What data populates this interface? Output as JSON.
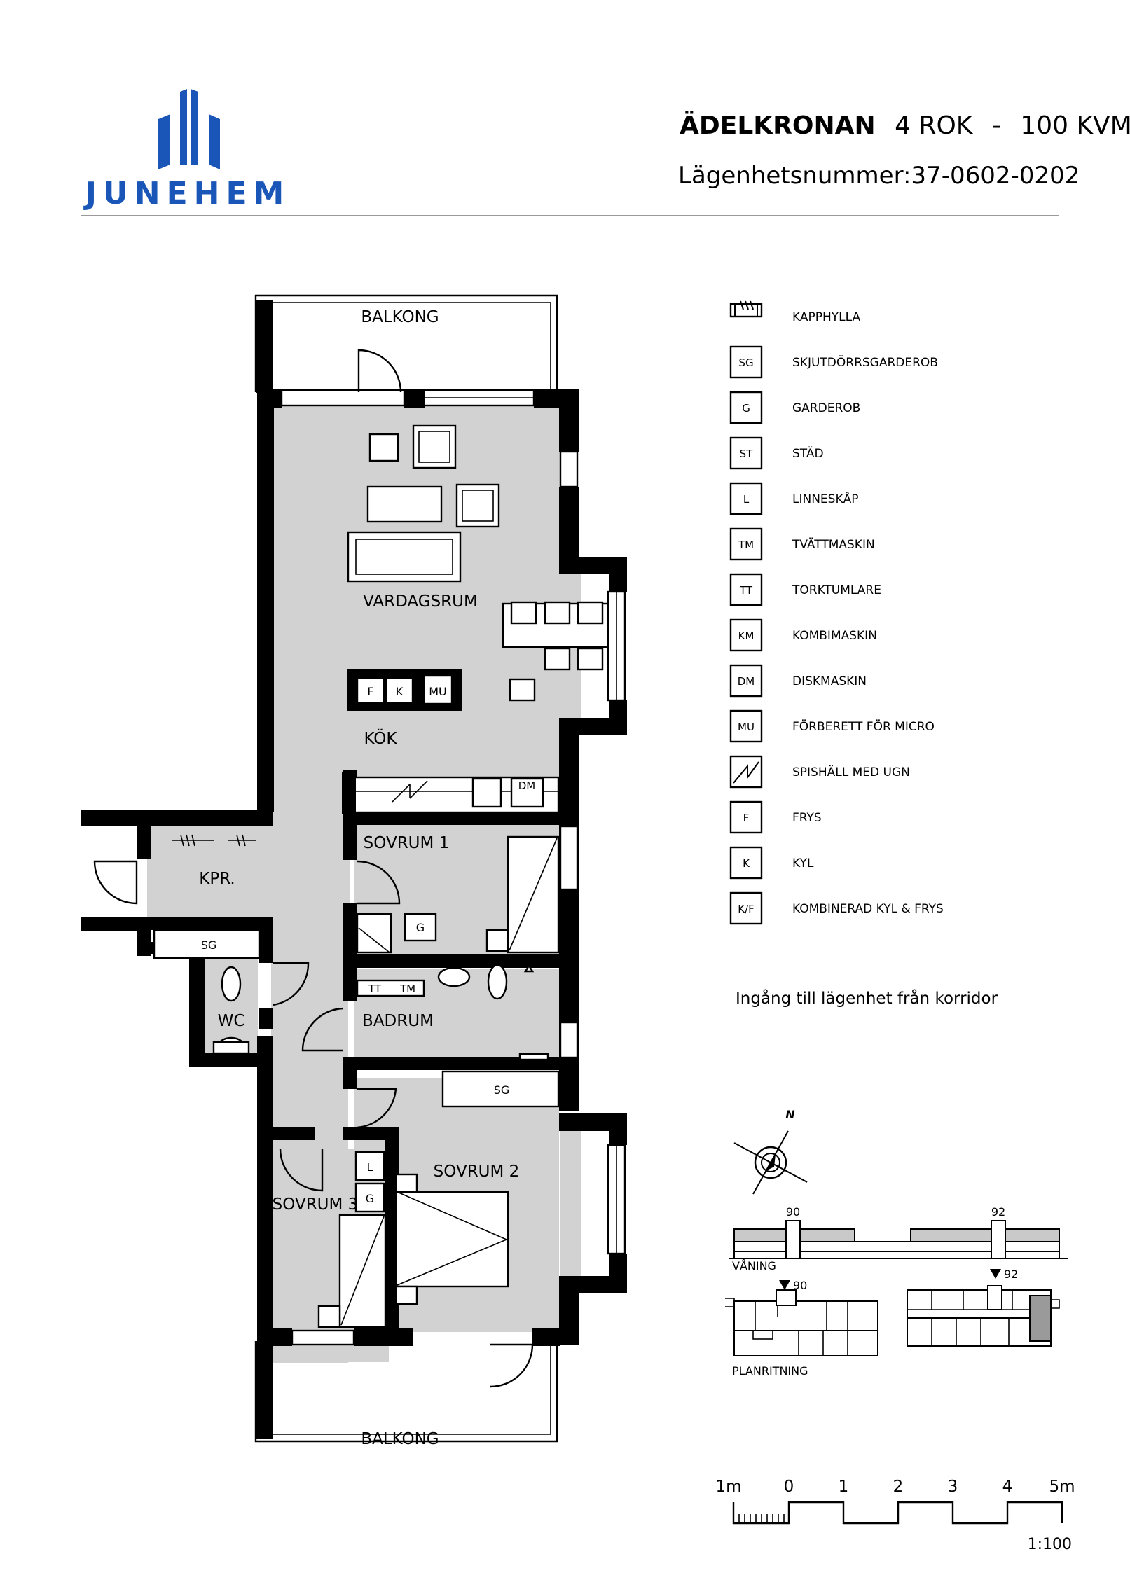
{
  "brand": {
    "name": "JUNEHEM",
    "color": "#1a56b8"
  },
  "header": {
    "project": "ÄDELKRONAN",
    "apartment_type": "4 ROK",
    "separator": "-",
    "area": "100 KVM",
    "apartment_number": "Lägenhetsnummer:37-0602-0202"
  },
  "plan": {
    "rooms": {
      "balcony_top": "BALKONG",
      "living": "VARDAGSRUM",
      "kitchen": "KÖK",
      "bedroom1": "SOVRUM 1",
      "hall": "KPR.",
      "wc": "WC",
      "bathroom": "BADRUM",
      "bedroom2": "SOVRUM 2",
      "bedroom3": "SOVRUM 3",
      "balcony_bottom": "BALKONG"
    },
    "tags": {
      "fridge_f": "F",
      "fridge_k": "K",
      "micro": "MU",
      "dishwasher": "DM",
      "hall_wardrobe": "SG",
      "bed1_wardrobe": "G",
      "dryer": "TT",
      "washer": "TM",
      "bed2_wardrobe": "SG",
      "linen": "L",
      "bed3_wardrobe": "G"
    }
  },
  "legend": [
    {
      "code": "",
      "icon": "coat-rack-icon",
      "label": "KAPPHYLLA"
    },
    {
      "code": "SG",
      "label": "SKJUTDÖRRSGARDEROB"
    },
    {
      "code": "G",
      "label": "GARDEROB"
    },
    {
      "code": "ST",
      "label": "STÄD"
    },
    {
      "code": "L",
      "label": "LINNESKÅP"
    },
    {
      "code": "TM",
      "label": "TVÄTTMASKIN"
    },
    {
      "code": "TT",
      "label": "TORKTUMLARE"
    },
    {
      "code": "KM",
      "label": "KOMBIMASKIN"
    },
    {
      "code": "DM",
      "label": "DISKMASKIN"
    },
    {
      "code": "MU",
      "label": "FÖRBERETT FÖR MICRO"
    },
    {
      "code": "",
      "icon": "stove-icon",
      "label": "SPISHÄLL MED UGN"
    },
    {
      "code": "F",
      "label": "FRYS"
    },
    {
      "code": "K",
      "label": "KYL"
    },
    {
      "code": "K/F",
      "label": "KOMBINERAD KYL & FRYS"
    }
  ],
  "entrance_note": "Ingång till lägenhet från korridor",
  "key_plan": {
    "north": "N",
    "section_label": "VÅNING",
    "plan_label": "PLANRITNING",
    "marker_left": "90",
    "marker_right": "92",
    "plan_marker_left": "90",
    "plan_marker_right": "92"
  },
  "scale_bar": {
    "labels": [
      "1m",
      "0",
      "1",
      "2",
      "3",
      "4",
      "5m"
    ],
    "ratio": "1:100"
  }
}
